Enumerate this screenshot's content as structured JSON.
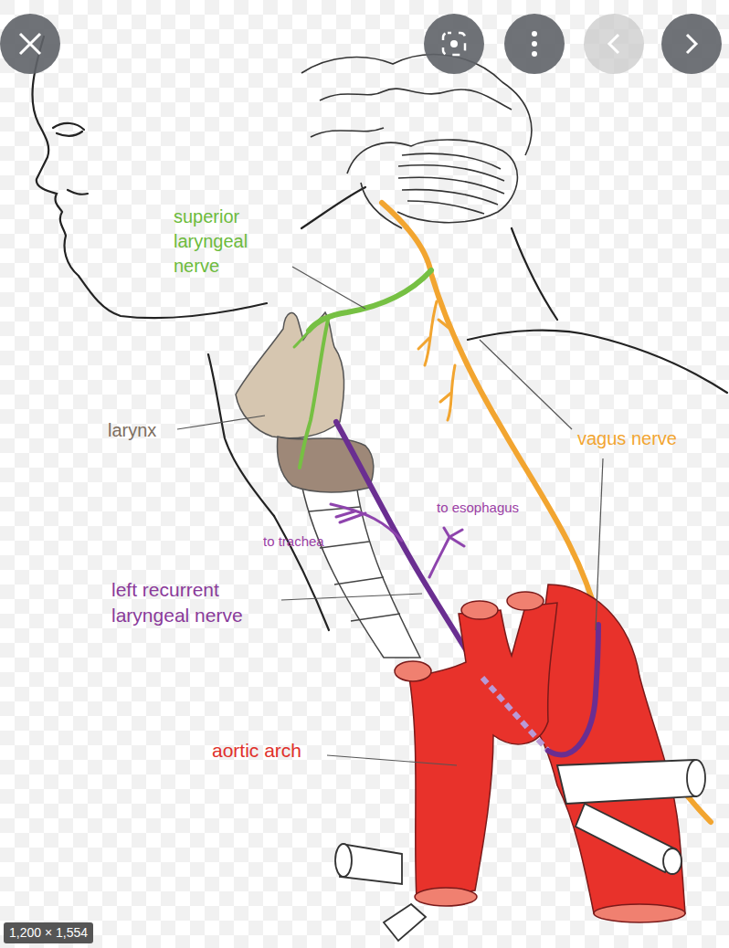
{
  "diagram": {
    "labels": [
      "superior laryngeal nerve",
      "larynx",
      "to trachea",
      "to esophagus",
      "vagus nerve",
      "left recurrent laryngeal nerve",
      "aortic arch",
      "1,200 × 1,554"
    ]
  }
}
